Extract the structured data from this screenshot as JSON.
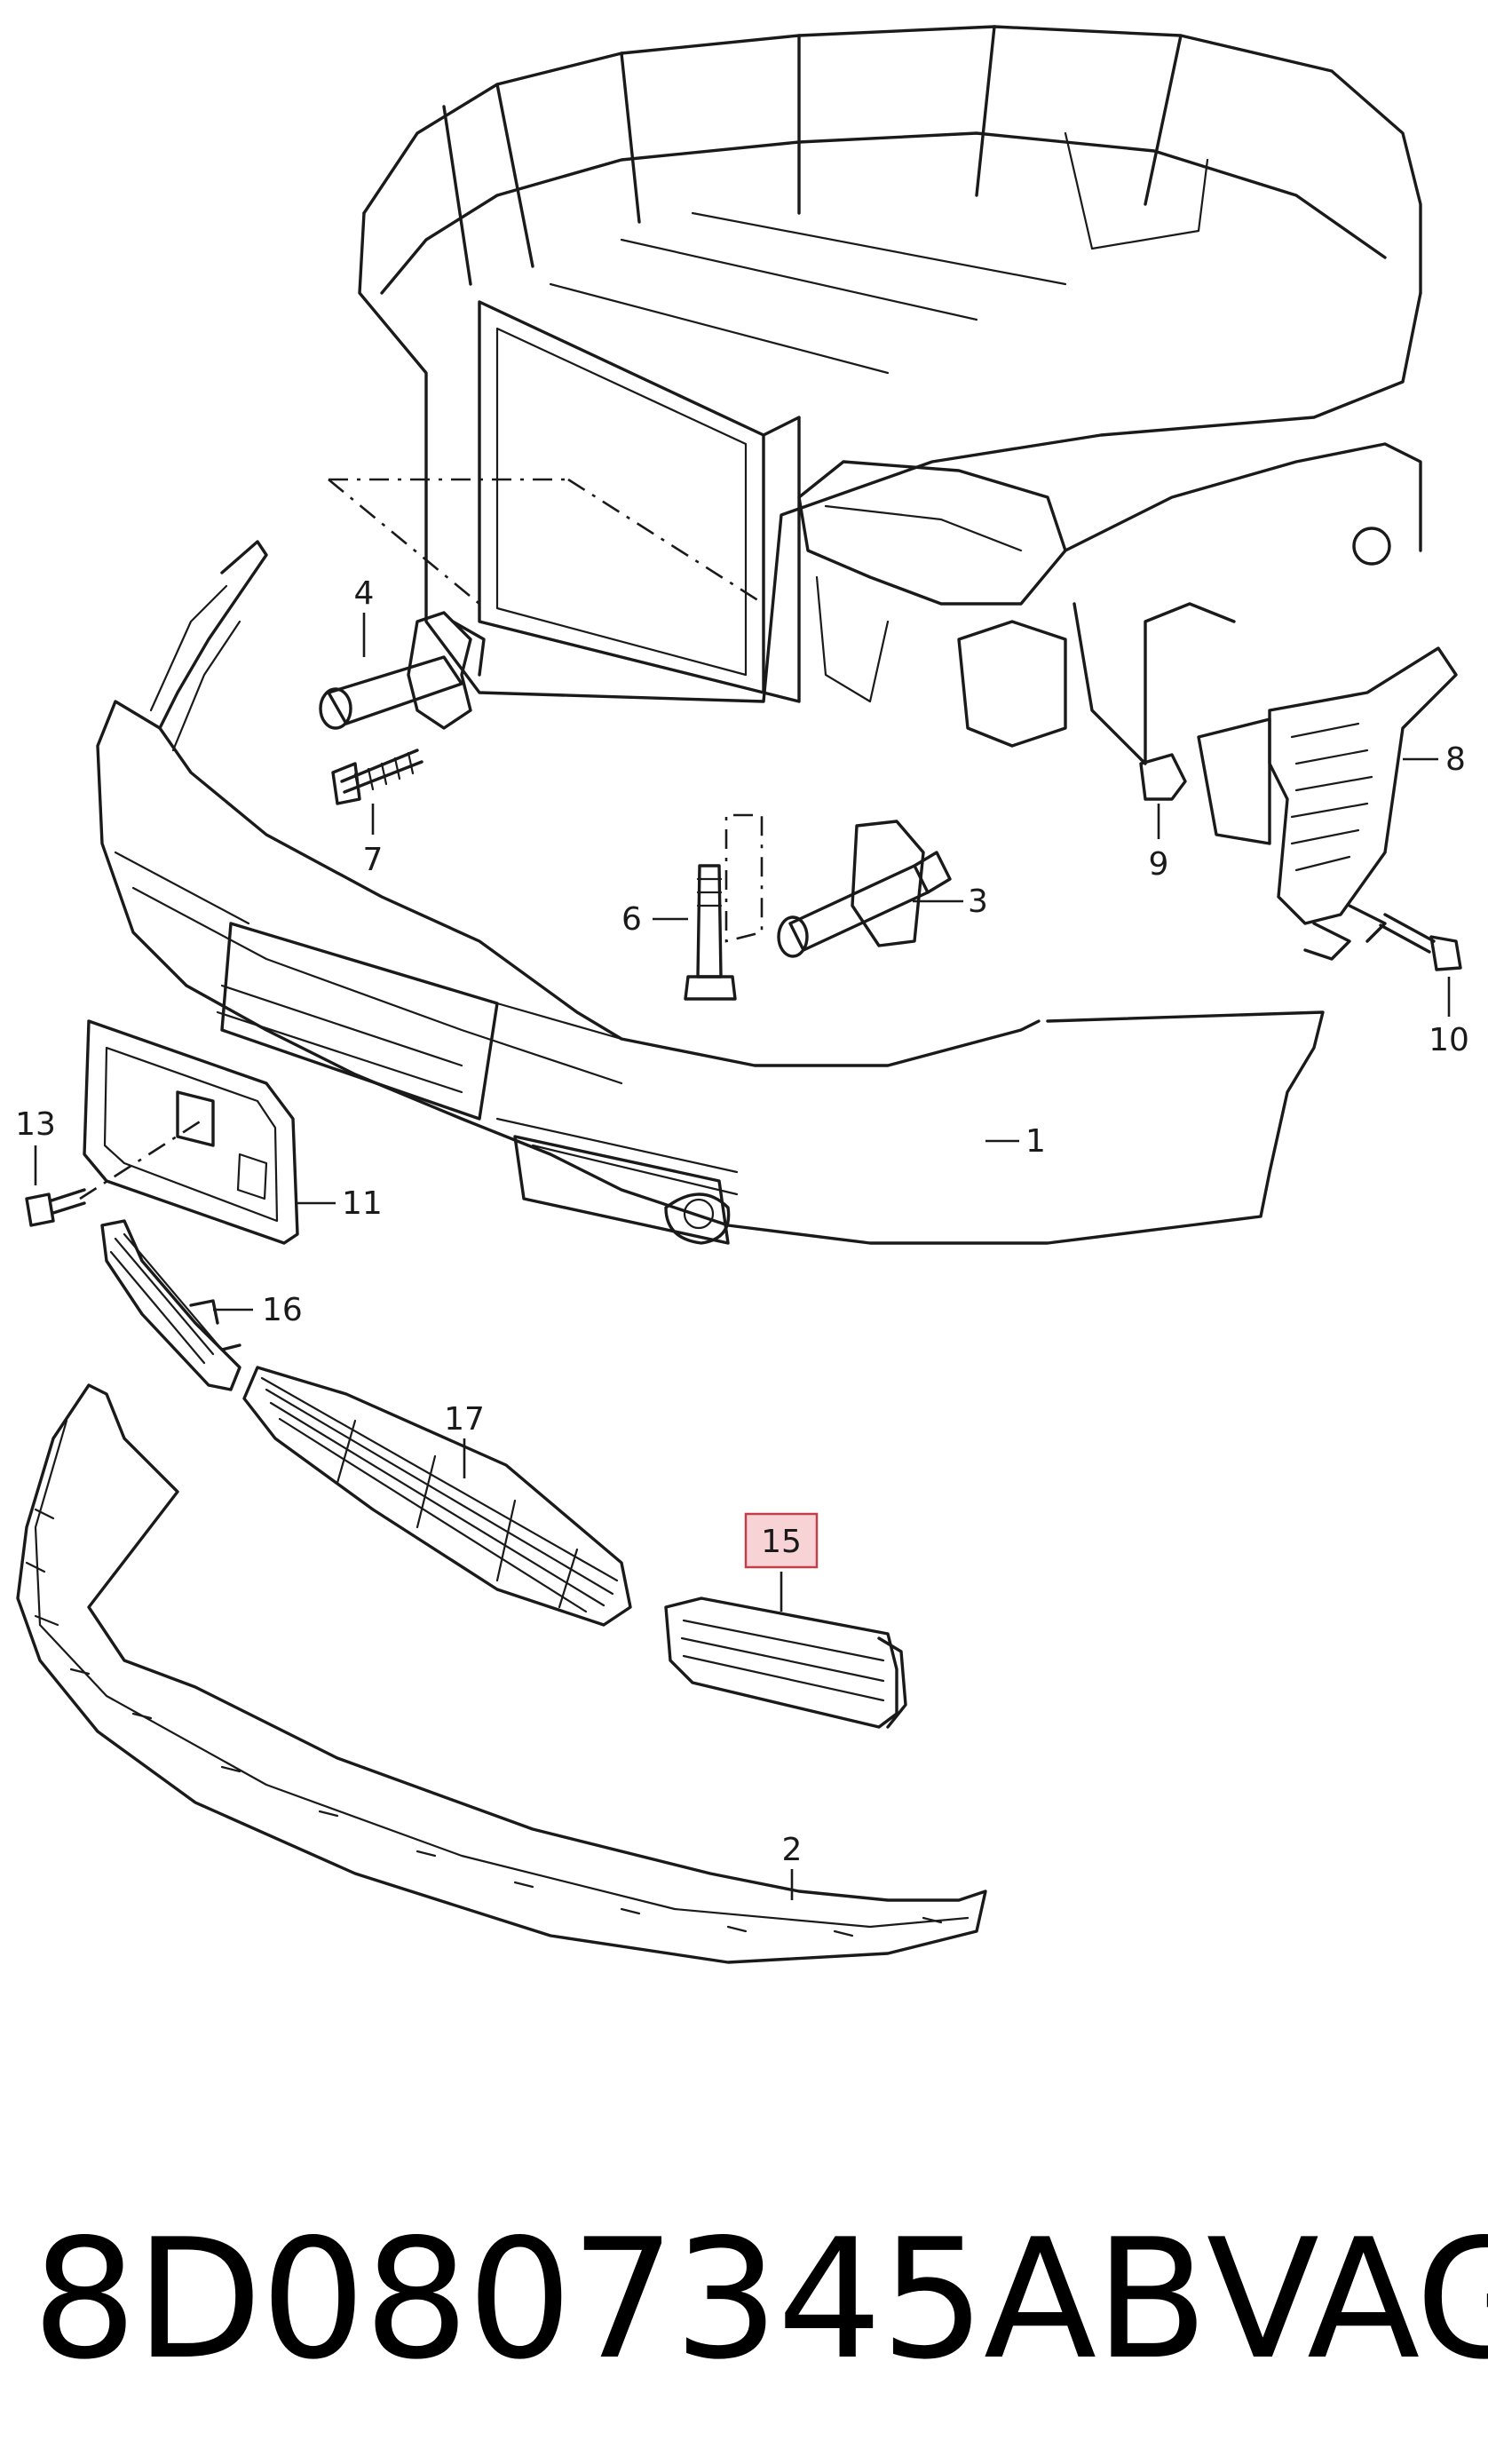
{
  "diagram": {
    "callouts": [
      {
        "id": "1",
        "label": "1"
      },
      {
        "id": "2",
        "label": "2"
      },
      {
        "id": "3",
        "label": "3"
      },
      {
        "id": "4",
        "label": "4"
      },
      {
        "id": "6",
        "label": "6"
      },
      {
        "id": "7",
        "label": "7"
      },
      {
        "id": "8",
        "label": "8"
      },
      {
        "id": "9",
        "label": "9"
      },
      {
        "id": "10",
        "label": "10"
      },
      {
        "id": "11",
        "label": "11"
      },
      {
        "id": "13",
        "label": "13"
      },
      {
        "id": "15",
        "label": "15",
        "highlighted": true
      },
      {
        "id": "16",
        "label": "16"
      },
      {
        "id": "17",
        "label": "17"
      }
    ],
    "highlight_color": "#f7d3d6",
    "highlight_border": "#c0404a"
  },
  "footer": {
    "part_number": "8D0807345AB",
    "brand": "VAG"
  }
}
